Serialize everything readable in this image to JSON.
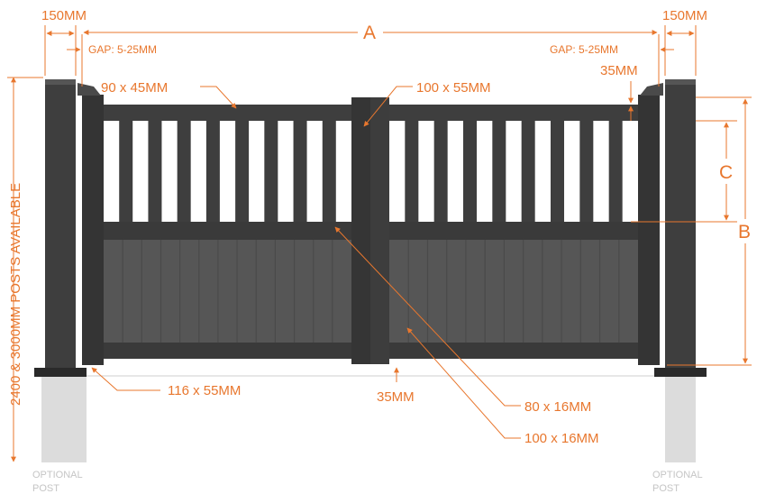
{
  "colors": {
    "accent": "#e8772e",
    "gate_dark": "#3e3e3e",
    "gate_darker": "#303030",
    "panel_fill": "#565656",
    "post_base": "#dcdcdc",
    "optional_text": "#c5c5c5"
  },
  "labels": {
    "top_left_post": "150MM",
    "top_right_post": "150MM",
    "width_a": "A",
    "gap_left": "GAP: 5-25MM",
    "gap_right": "GAP: 5-25MM",
    "top_clearance": "35MM",
    "rail_top": "90 x 45MM",
    "center_stile": "100 x 55MM",
    "post_height": "2400 & 3000MM POSTS AVAILABLE",
    "height_c": "C",
    "height_b": "B",
    "hinge_stile": "116 x 55MM",
    "bottom_clearance": "35MM",
    "slat_small": "80 x 16MM",
    "slat_large": "100 x 16MM",
    "optional_post_left_1": "OPTIONAL",
    "optional_post_left_2": "POST",
    "optional_post_right_1": "OPTIONAL",
    "optional_post_right_2": "POST"
  },
  "gate": {
    "top_slats_per_leaf": 8,
    "bottom_boards_per_leaf": 13
  }
}
